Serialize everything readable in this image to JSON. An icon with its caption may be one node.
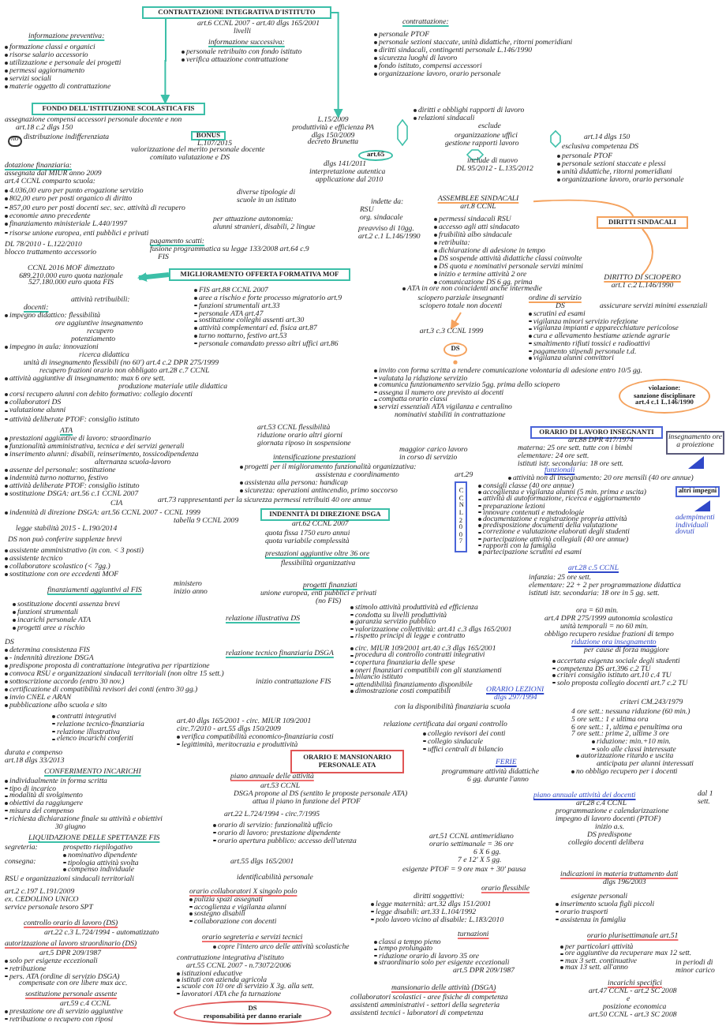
{
  "diagram": {
    "nodes": [
      {
        "text": [
          "CONTRATTAZIONE INTEGRATIVA D'ISTITUTO"
        ]
      },
      {
        "text": [
          "FONDO DELL'ISTITUZIONE SCOLASTICA FIS"
        ]
      },
      {
        "text": [
          "BONUS"
        ]
      },
      {
        "text": [
          "MIGLIORAMENTO OFFERTA FORMATIVA MOF"
        ]
      },
      {
        "text": [
          "CCNL 2016 MOF dimezzato",
          "689.210.000 euro quota nazionale",
          "527.180.000 euro quota FIS"
        ]
      },
      {
        "text": [
          "L.15/2009",
          "produttività e efficienza PA",
          "dlgs 150/2009",
          "decreto Brunetta"
        ]
      },
      {
        "text": [
          "art.65"
        ]
      },
      {
        "text": [
          "ASSEMBLEE SINDACALI",
          "art.8 CCNL"
        ]
      },
      {
        "text": [
          "DIRITTI SINDACALI"
        ]
      },
      {
        "text": [
          "DIRITTO DI SCIOPERO",
          "art.1 c.2 L.146/1990"
        ]
      },
      {
        "text": [
          "sciopero parziale insegnanti",
          "sciopero totale non docenti"
        ]
      },
      {
        "text": [
          "art.3 c.3 CCNL 1999"
        ]
      },
      {
        "text": [
          "DS"
        ]
      },
      {
        "text": [
          "violazione:",
          "sanzione disciplinare",
          "art.4 c.1 L.146/1990"
        ]
      },
      {
        "text": [
          "ORARIO DI LAVORO INSEGNANTI"
        ]
      },
      {
        "text": [
          "insegnamento ore a proiezione"
        ]
      },
      {
        "text": [
          "altri impegni"
        ]
      },
      {
        "text": [
          "CCNL 2007"
        ]
      },
      {
        "text": [
          "INDENNITÀ DI DIREZIONE DSGA"
        ]
      },
      {
        "text": [
          "ORARIO E MANSIONARIO PERSONALE ATA"
        ]
      },
      {
        "text": [
          "DS",
          "responsabilità per danno erariale"
        ]
      }
    ],
    "edges": [
      {
        "from": 0,
        "to": 1,
        "arrow": "to"
      },
      {
        "from": 0,
        "to": 5,
        "arrow": "to"
      },
      {
        "from": 3,
        "to": 4,
        "arrow": "to",
        "style": "thick"
      },
      {
        "from": 7,
        "to": 8,
        "arrow": "none",
        "color": "#f5a25d"
      },
      {
        "from": 8,
        "to": 9,
        "arrow": "none",
        "color": "#f5a25d"
      },
      {
        "from": 10,
        "to": 11,
        "arrow": "to",
        "color": "#f5a25d"
      }
    ],
    "labels": [
      "art.6 CCNL 2007 - art.40 dlgs 165/2001",
      "livelli",
      "informazione preventiva:",
      "formazione classi e organici",
      "risorse salario accessorio",
      "utilizzazione e personale dei progetti",
      "permessi aggiornamento",
      "servizi sociali",
      "materie oggetto di contrattazione",
      "informazione successiva:",
      "personale retribuito con fondo istituto",
      "verifica attuazione contrattazione",
      "contrattazione:",
      "personale PTOF",
      "personale sezioni staccate, unità didattiche, ritorni pomeridiani",
      "diritti sindacali, contingenti personale L.146/1990",
      "sicurezza luoghi di lavoro",
      "fondo istituto, compensi accessori",
      "organizzazione lavoro, orario personale",
      "diritti e obblighi rapporti di lavoro",
      "relazioni sindacali",
      "esclude",
      "organizzazione uffici",
      "gestione rapporti lavoro",
      "include di nuovo",
      "DL 95/2012 - L.135/2012",
      "dlgs 141/2011",
      "interpretazione autentica",
      "applicazione dal 2010",
      "art.14 dlgs 150",
      "esclusiva competenza DS",
      "personale PTOF",
      "personale sezioni staccate e plessi",
      "unità didattiche, ritorni pomeridiani",
      "organizzazione lavoro, orario personale",
      "assegnazione compensi accessori personale docente e non",
      "art.18 c.2 dlgs 150",
      "no",
      "distribuzione indifferenziata",
      "L.107/2015",
      "valorizzazione del merito personale docente",
      "comitato valutazione e DS",
      "dotazione finanziaria:",
      "assegnata dal MIUR anno 2009",
      "art.4 CCNL comparto scuola:",
      "4.036,00 euro per punto erogazione servizio",
      "802,00 euro per posti organico di diritto",
      "857,00 euro per posti docenti sec. sec. attività di recupero",
      "economie anno precedente",
      "finanziamento ministeriale L.440/1997",
      "risorse unione europea, enti pubblici e privati",
      "diverse tipologie di",
      "scuole in un istituto",
      "per attuazione autonomia:",
      "alunni stranieri, disabili, 2 lingue",
      "DL 78/2010 - L.122/2010",
      "blocco trattamento accessorio",
      "pagamento scatti:",
      "fusione programmatica su legge 133/2008 art.64 c.9",
      "FIS",
      "attività retribuibili:",
      "FIS art.88 CCNL 2007",
      "aree a rischio e forte processo migratorio art.9",
      "funzioni strumentali art.33",
      "personale ATA art.47",
      "sostituzione colleghi assenti art.30",
      "attività complementari ed. fisica art.87",
      "turno notturno, festivo art.53",
      "personale comandato presso altri uffici art.86",
      "docenti:",
      "impegno didattico: flessibilità",
      "ore aggiuntive insegnamento",
      "recupero",
      "potenziamento",
      "impegno in aula: innovazioni",
      "ricerca didattica",
      "unità di insegnamento flessibili (no 60') art.4 c.2 DPR 275/1999",
      "recupero frazioni orario non obbligato art.28 c.7 CCNL",
      "attività aggiuntive di insegnamento: max 6 ore sett.",
      "produzione materiale utile didattica",
      "corsi recupero alunni con debito formativo: collegio docenti",
      "collaboratori DS",
      "valutazione alunni",
      "attività deliberate PTOF: consiglio istituto",
      "ATA",
      "prestazioni aggiuntive di lavoro: straordinario",
      "funzionalità amministrativa, tecnica e dei servizi generali",
      "inserimento alunni: disabili, reinserimento, tossicodipendenza",
      "alternanza scuola-lavoro",
      "assenze del personale: sostituzione",
      "indennità turno notturno, festivo",
      "attività deliberate PTOF: consiglio istituto",
      "sostituzione DSGA: art.56 c.1 CCNL 2007",
      "CIA",
      "indennità di direzione DSGA: art.56 CCNL 2007 - CCNL 1999",
      "tabella 9 CCNL 2009",
      "art.53 CCNL flessibilità",
      "riduzione orario altri giorni",
      "giornata riposo in sospensione",
      "intensificazione prestazioni",
      "maggior carico lavoro",
      "in corso di servizio",
      "progetti per il miglioramento funzionalità organizzativa:",
      "assistenza e coordinamento",
      "assistenza alla persona: handicap",
      "sicurezza: operazioni antincendio, primo soccorso",
      "art.73 rappresentanti per la sicurezza permessi retribuiti 40 ore annue",
      "art.62 CCNL 2007",
      "quota fissa 1750 euro annui",
      "quota variabile complessità",
      "prestazioni aggiuntive oltre 36 ore",
      "flessibilità organizzativa",
      "progetti finanziati",
      "unione europea, enti pubblici e privati",
      "(no FIS)",
      "legge stabilità 2015 - L.190/2014",
      "DS non può conferire supplenze brevi",
      "assistente amministrativo (in con. < 3 posti)",
      "assistente tecnico",
      "collaboratore scolastico (< 7gg.)",
      "sostituzione con ore eccedenti MOF",
      "finanziamenti aggiuntivi al FIS",
      "ministero",
      "inizio anno",
      "sostituzione docenti assenza brevi",
      "funzioni strumentali",
      "incarichi personale ATA",
      "progetti aree a rischio",
      "relazione illustrativa DS",
      "relazione tecnico finanziaria DSGA",
      "stimolo attività produttività ed efficienza",
      "condotta su livelli produttività",
      "garanzia servizio pubblico",
      "valorizzazione collettività: art.41 c.3 dlgs 165/2001",
      "rispetto principi di legge e contratto",
      "circ. MIUR 109/2001 art.40 c.3 dlgs 165/2001",
      "procedura di controllo contratti integrativi",
      "copertura finanziaria delle spese",
      "oneri finanziari compatibili con gli stanziamenti",
      "bilancio istituto",
      "attendibilità finanziamento disponibile",
      "dimostrazione costi compatibili",
      "con la disponibilità finanziaria scuola",
      "relazione certificata dai organi controllo",
      "collegio revisori dei conti",
      "collegio sindacale",
      "uffici centrali di bilancio",
      "DS",
      "determina consistenza FIS",
      "- indennità direzione DSGA",
      "predispone proposta di contrattazione integrativa per ripartizione",
      "convoca RSU e organizzazioni sindacali territoriali (non oltre 15 sett.)",
      "sottoscrizione accordo (entro 30 nov.)",
      "inizio contrattazione FIS",
      "certificazione di compatibilità revisori dei conti (entro 30 gg.)",
      "invio CNEL e ARAN",
      "pubblicazione albo scuola e sito",
      "contratti integrativi",
      "relazione tecnico-finanziaria",
      "relazione illustrativa",
      "elenco incarichi conferiti",
      "art.40 dlgs 165/2001 - circ. MIUR 109/2001",
      "circ.7/2010 - art.55 dlgs 150/2009",
      "verifica compatibilità economico-finanziaria costi",
      "legittimità, meritocrazia e produttività",
      "durata e compenso",
      "art.18 dlgs 33/2013",
      "CONFERIMENTO INCARICHI",
      "individualmente in forma scritta",
      "tipo di incarico",
      "modalità di svolgimento",
      "obiettivi da raggiungere",
      "misura del compenso",
      "richiesta dichiarazione finale su attività e obiettivi",
      "30 giugno",
      "LIQUIDAZIONE DELLE SPETTANZE FIS",
      "segreteria:",
      "prospetto riepilogativo",
      "nominativo dipendente",
      "tipologia attività svolta",
      "compenso individuale",
      "consegna:",
      "RSU e organizzazioni sindacali territoriali",
      "art.2 c.197 L.191/2009",
      "ex. CEDOLINO UNICO",
      "service personale tesoro SPT",
      "controllo orario di lavoro (DS)",
      "art.22 c.3 L.724/1994 - automatizzato",
      "autorizzazione al lavoro straordinario (DS)",
      "art.5 DPR 209/1987",
      "solo per esigenze eccezionali",
      "retribuzione",
      "pers. ATA (ordine di servizio DSGA)",
      "compensate con ore libere max acc.",
      "sostituzione personale assente",
      "art.59 c.4 CCNL",
      "prestazione ore di servizio aggiuntive",
      "retribuzione o recupero con riposi",
      "piano annuale delle attività",
      "art.53 CCNL",
      "DSGA propone al DS (sentito le proposte personale ATA)",
      "attua il piano in funzione del PTOF",
      "art.22 L.724/1994 - circ.7/1995",
      "orario di servizio: funzionalità ufficio",
      "orario di lavoro: prestazione dipendente",
      "orario apertura pubblico: accesso dell'utenza",
      "art.55 dlgs 165/2001",
      "identificabilità personale",
      "orario collaboratori X singolo polo",
      "pulizia spazi assegnati",
      "accoglienza e vigilanza alunni",
      "sostegno disabili",
      "collaborazione con docenti",
      "orario segreteria e servizi tecnici",
      "copre l'intero arco delle attività scolastiche",
      "contrattazione integrativa d'istituto",
      "art.55 CCNL 2007 - n.73072/2006",
      "istituzioni educative",
      "istituti con azienda agricola",
      "scuole con 10 ore di servizio X 3g. alla sett.",
      "lavoratori ATA che fa turnazione",
      "indette da:",
      "RSU",
      "org. sindacale",
      "preavviso di 10gg.",
      "art.2 c.1 L.146/1990",
      "permessi sindacali RSU",
      "accesso agli atti sindacato",
      "fruibilità albo sindacale",
      "retribuita:",
      "dichiarazione di adesione in tempo",
      "DS sospende attività didattiche classi coinvolte",
      "DS quota e nominativi personale servizi minimi",
      "inizio e termine attività 2 ore",
      "comunicazione DS 6 gg. prima",
      "ATA in ore non coincidenti anche intermedie",
      "ordine di servizio",
      "DS",
      "assicurare servizi minimi essenziali",
      "scrutini ed esami",
      "vigilanza minori servizio refezione",
      "vigilanza impianti e apparecchiature pericolose",
      "cura e allevamento bestiame aziende agrarie",
      "smaltimento rifiuti tossici e radioattivi",
      "pagamento stipendi personale t.d.",
      "vigilanza alunni convittori",
      "invito con forma scritta a rendere comunicazione volontaria di adesione entro 10/5 gg.",
      "valutata la riduzione servizio",
      "comunica funzionamento servizio 5gg. prima dello sciopero",
      "assegna il numero ore previsto ai docenti",
      "compatta orario classi",
      "servizi essenziali ATA vigilanza e centralino",
      "nominativi stabiliti in contrattazione",
      "art.88 DPR 417/1974",
      "materna: 25 ore sett. tutte con i bimbi",
      "elementare: 24 ore sett.",
      "istituti istr. secondaria: 18 ore sett.",
      "funzionali",
      "attività non di insegnamento: 20 ore mensili (40 ore annue)",
      "adempimenti",
      "individuali",
      "dovuti",
      "art.29",
      "consigli classe (40 ore annue)",
      "accoglienza e vigilanza alunni (5 min. prima e uscita)",
      "attività di autoformazione, ricerca e aggiornamento",
      "preparazione lezioni",
      "innovare contenuti e metodologie",
      "documentazione e registrazione propria attività",
      "predisposizione documenti della valutazione",
      "correzione e valutazione elaborati degli studenti",
      "partecipazione attività collegiali (40 ore annue)",
      "rapporti con la famiglia",
      "partecipazione scrutini ed esami",
      "art.28 c.5 CCNL",
      "infanzia: 25 ore sett.",
      "elementare: 22 + 2 per programmazione didattica",
      "istituti istr. secondaria: 18 ore in 5 gg. sett.",
      "ora = 60 min.",
      "art.4 DPR 275/1999 autonomia scolastica",
      "unità temporali = no 60 min.",
      "obbligo recupero residue frazioni di tempo",
      "riduzione ora insegnamento",
      "per cause di forza maggiore",
      "accertata esigenza sociale degli studenti",
      "competenza DS art.396 c.2 TU",
      "criteri consiglio istituto art.10 c.4 TU",
      "solo proposta collegio docenti art.7 c.2 TU",
      "ORARIO LEZIONI",
      "dlgs 297/1994",
      "criteri CM.243/1979",
      "4 ore sett.: nessuna riduzione (60 min.)",
      "5 ore sett.: 1 e ultima ora",
      "6 ore sett.: 1, ultima e penultima ora",
      "7 ore sett.: prime 2, ultime 3 ore",
      "riduzione: min.+10 min.",
      "solo alle classi interessate",
      "autorizzazione ritardo e uscita",
      "anticipata per alunni interessati",
      "no obbligo recupero per i docenti",
      "FERIE",
      "programmare attività didattiche",
      "6 gg. durante l'anno",
      "piano annuale attività dei docenti",
      "art.28 c.4 CCNL",
      "programmazione e calendarizzazione",
      "impegno di lavoro docenti (PTOF)",
      "inizio a.s.",
      "DS predispone",
      "collegio docenti delibera",
      "dal 1",
      "sett.",
      "art.51 CCNL antimeridiano",
      "orario settimanale = 36 ore",
      "6 X 6 gg.",
      "7 e 12' X 5 gg.",
      "esigenze PTOF = 9 ore max + 30' pausa",
      "indicazioni in materia trattamento dati",
      "dlgs 196/2003",
      "orario flessibile",
      "diritti soggettivi:",
      "legge maternità: art.32 dlgs 151/2001",
      "legge disabili: art.33 L.104/1992",
      "polo lavoro vicino al disabile: L.183/2010",
      "esigenze personali",
      "inserimento scuola figli piccoli",
      "orario trasporti",
      "assistenza in famiglia",
      "turnazioni",
      "classi a tempo pieno",
      "tempo prolungato",
      "riduzione orario di lavoro 35 ore",
      "straordinario solo per esigenze eccezionali",
      "art.5 DPR 209/1987",
      "orario plurisettimanale art.51",
      "per particolari attività",
      "ore aggiuntive da recuperare max 12 sett.",
      "max 3 sett. continuative",
      "max 13 sett. all'anno",
      "in periodi di",
      "minor carico",
      "mansionario delle attività (DSGA)",
      "collaboratori scolastici - aree fisiche di competenza",
      "assistenti amministrativi - settori della segreteria",
      "assistenti tecnici - laboratori di competenza",
      "incarichi specifici",
      "art.47 CCNL - art.2 SC 2008",
      "e",
      "posizione economica",
      "art.50 CCNL - art.3 SC 2008"
    ]
  }
}
